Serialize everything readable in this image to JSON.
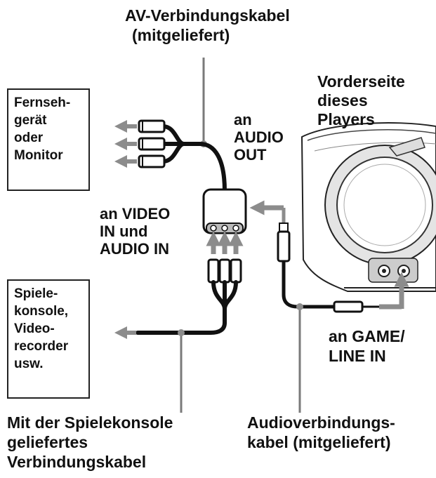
{
  "labels": {
    "av_cable": [
      "AV-Verbindungskabel",
      "(mitgeliefert)"
    ],
    "tv": [
      "Fernseh-",
      "gerät",
      "oder",
      "Monitor"
    ],
    "audio_out": [
      "an",
      "AUDIO",
      "OUT"
    ],
    "front": [
      "Vorderseite",
      "dieses",
      "Players"
    ],
    "video_audio_in": [
      "an VIDEO",
      "IN und",
      "AUDIO IN"
    ],
    "console": [
      "Spiele-",
      "konsole,",
      "Video-",
      "recorder",
      "usw."
    ],
    "game_line_in": [
      "an GAME/",
      "LINE IN"
    ],
    "console_cable": [
      "Mit der Spielekonsole",
      "geliefertes",
      "Verbindungskabel"
    ],
    "audio_cable": [
      "Audioverbindungs-",
      "kabel (mitgeliefert)"
    ]
  },
  "colors": {
    "ink": "#111111",
    "arrow": "#8c8c8c",
    "device": "#cccccc",
    "leader": "#7a7a7a"
  }
}
